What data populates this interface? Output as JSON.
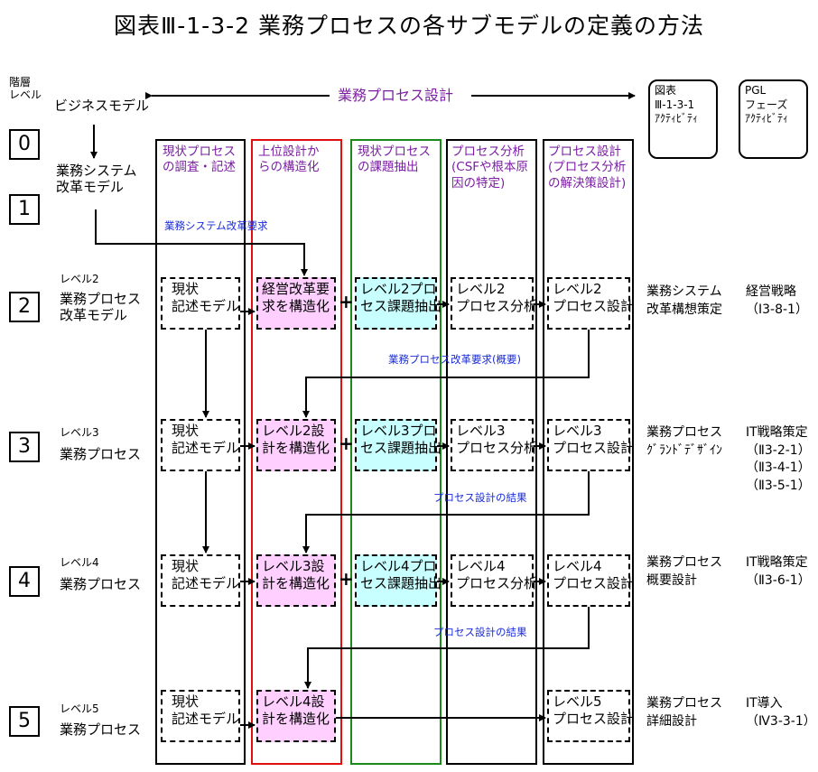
{
  "title": "図表Ⅲ-1-3-2 業務プロセスの各サブモデルの定義の方法",
  "header": {
    "level_label": "階層\nレベル",
    "biz_model": "ビジネスモデル",
    "flow_title": "業務プロセス設計",
    "ref_box1": "図表\nⅢ-1-3-1\nｱｸﾃｨﾋﾞﾃｨ",
    "ref_box2": "PGL\nフェーズ\nｱｸﾃｨﾋﾞﾃｨ"
  },
  "levels": [
    {
      "num": "0"
    },
    {
      "num": "1",
      "name": "業務システム\n改革モデル"
    },
    {
      "num": "2",
      "small": "レベル2",
      "name": "業務プロセス\n改革モデル"
    },
    {
      "num": "3",
      "small": "レベル3",
      "name": "業務プロセス"
    },
    {
      "num": "4",
      "small": "レベル4",
      "name": "業務プロセス"
    },
    {
      "num": "5",
      "small": "レベル5",
      "name": "業務プロセス"
    }
  ],
  "columns": [
    {
      "head": "現状プロセス\nの調査・記述"
    },
    {
      "head": "上位設計か\nらの構造化"
    },
    {
      "head": "現状プロセス\nの課題抽出"
    },
    {
      "head": "プロセス分析\n(CSFや根本原\n因の特定)"
    },
    {
      "head": "プロセス設計\n(プロセス分析\nの解決策設計)"
    }
  ],
  "rows": {
    "r2": {
      "c1": "現状\n記述モデル",
      "c2": "経営改革要\n求を構造化",
      "c3": "レベル2プロ\nセス課題抽出",
      "c4": "レベル2\nプロセス分析",
      "c5": "レベル2\nプロセス設計",
      "act": "業務システム\n改革構想策定",
      "pgl": "経営戦略\n（Ⅰ3-8-1）"
    },
    "r3": {
      "c1": "現状\n記述モデル",
      "c2": "レベル2設\n計を構造化",
      "c3": "レベル3プロ\nセス課題抽出",
      "c4": "レベル3\nプロセス分析",
      "c5": "レベル3\nプロセス設計",
      "act": "業務プロセス\nｸﾞﾗﾝﾄﾞﾃﾞｻﾞｲﾝ",
      "pgl": "IT戦略策定\n（Ⅱ3-2-1）\n（Ⅱ3-4-1）\n（Ⅱ3-5-1）"
    },
    "r4": {
      "c1": "現状\n記述モデル",
      "c2": "レベル3設\n計を構造化",
      "c3": "レベル4プロ\nセス課題抽出",
      "c4": "レベル4\nプロセス分析",
      "c5": "レベル4\nプロセス設計",
      "act": "業務プロセス\n概要設計",
      "pgl": "IT戦略策定\n（Ⅱ3-6-1）"
    },
    "r5": {
      "c1": "現状\n記述モデル",
      "c2": "レベル4設\n計を構造化",
      "c5": "レベル5\nプロセス設計",
      "act": "業務プロセス\n詳細設計",
      "pgl": "IT導入\n（Ⅳ3-3-1）"
    }
  },
  "flow_labels": {
    "f1": "業務システム改革要求",
    "f2": "業務プロセス改革要求(概要)",
    "f3": "プロセス設計の結果",
    "f4": "プロセス設計の結果"
  },
  "plus": "+"
}
